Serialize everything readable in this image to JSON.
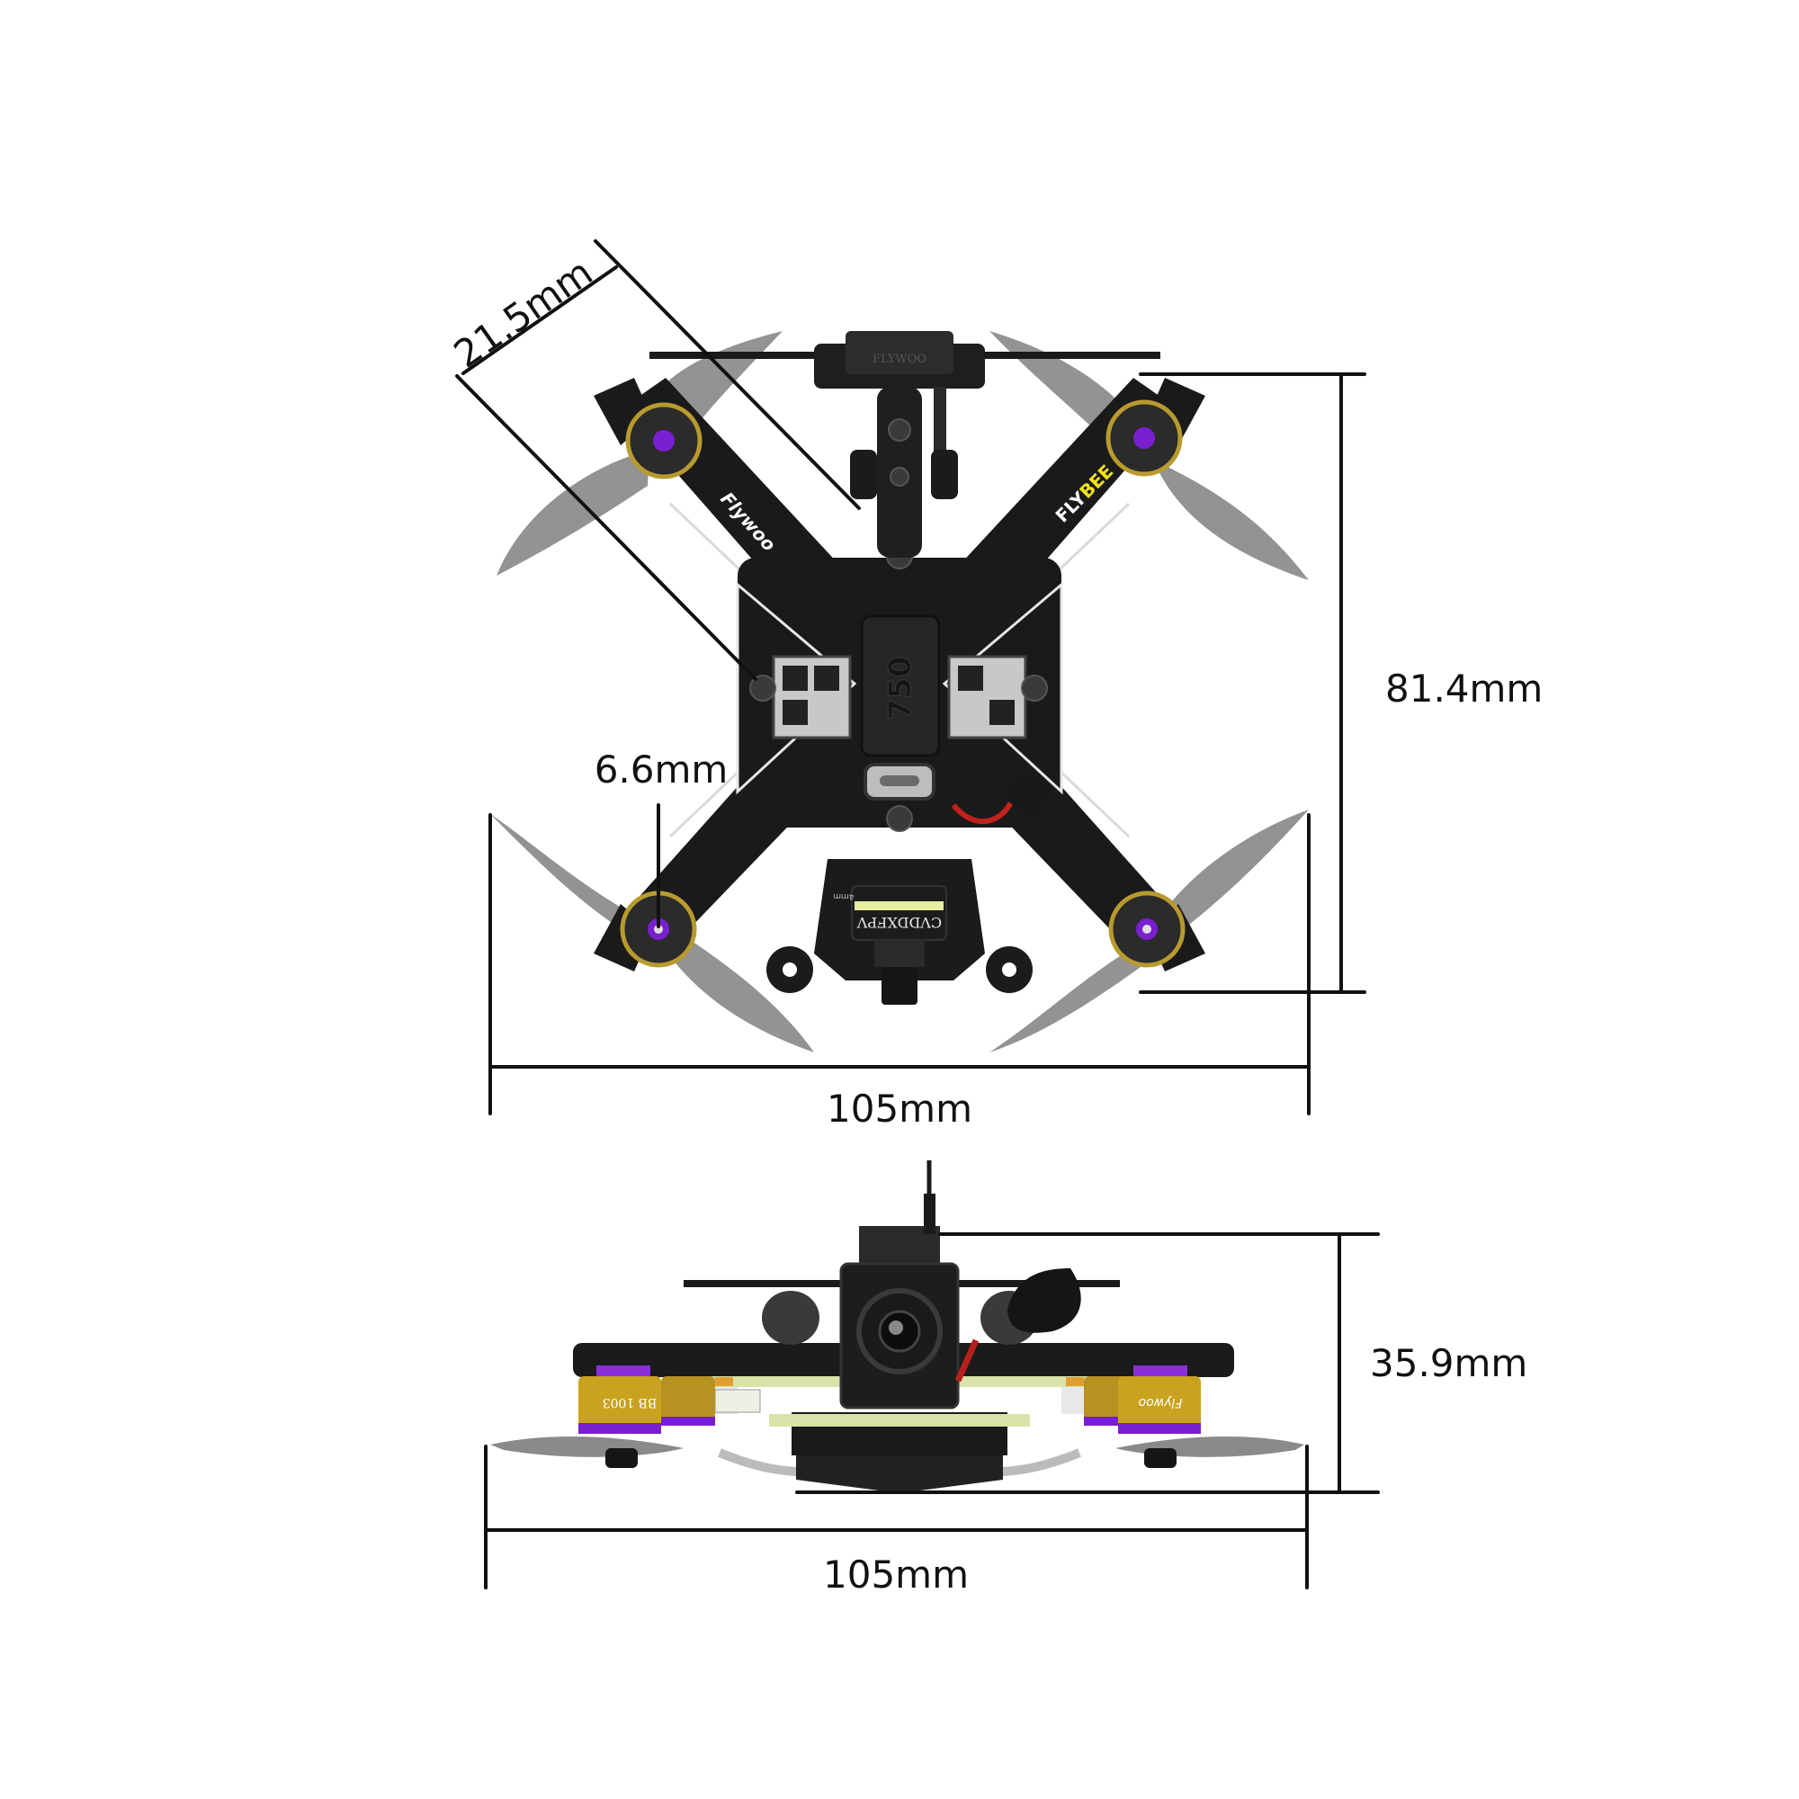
{
  "diagram": {
    "subject": "FPV micro quadcopter dimension drawing",
    "views": [
      "top-view",
      "front-side-view"
    ]
  },
  "dimensions": {
    "motor_diagonal": "21.5mm",
    "top_height": "81.4mm",
    "top_width": "105mm",
    "prop_hub": "6.6mm",
    "side_height": "35.9mm",
    "side_width": "105mm"
  },
  "labels": {
    "rx_brand": "FLYWOO",
    "arm_brand_left": "Flywoo",
    "arm_brand_right_a": "FLY",
    "arm_brand_right_b": "BEE",
    "battery_mark": "750",
    "camera_brand": "CVDDXFPV",
    "camera_lens_mark": "4mm",
    "motor_model": "BB 1003",
    "motor_brand": "Flywoo"
  },
  "colors": {
    "accent_purple": "#7a1fd0",
    "motor_gold": "#c9a320",
    "flybee_yellow": "#f2e21b",
    "camera_stripe": "#e6f0a0",
    "frame_black": "#1a1a1a"
  }
}
